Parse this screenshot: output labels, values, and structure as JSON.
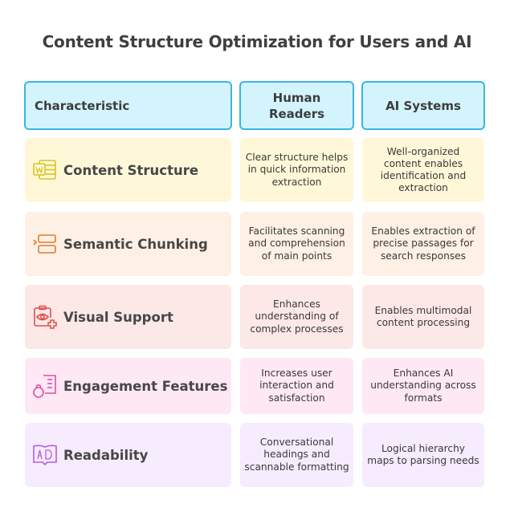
{
  "title": "Content Structure Optimization for Users and AI",
  "header": {
    "characteristic": "Characteristic",
    "human": "Human Readers",
    "ai": "AI Systems"
  },
  "colors": {
    "header_fill": "#d3f3fd",
    "header_border": "#3bb6e0",
    "row_fills": [
      "#fef8d9",
      "#fef0e4",
      "#fde8e8",
      "#fde8f4",
      "#f6ecfd"
    ],
    "icon_colors": [
      "#d9c21f",
      "#e07b2e",
      "#e0504a",
      "#df4fa8",
      "#b25ce0"
    ]
  },
  "rows": [
    {
      "icon": "word-document-icon",
      "characteristic": "Content Structure",
      "human": "Clear structure helps in quick information extraction",
      "ai": "Well-organized content enables identification and extraction"
    },
    {
      "icon": "chunk-blocks-icon",
      "characteristic": "Semantic Chunking",
      "human": "Facilitates scanning and comprehension of main points",
      "ai": "Enables extraction of precise passages for search responses"
    },
    {
      "icon": "clipboard-eye-plus-icon",
      "characteristic": "Visual Support",
      "human": "Enhances understanding of complex processes",
      "ai": "Enables multimodal content processing"
    },
    {
      "icon": "ring-document-icon",
      "characteristic": "Engagement Features",
      "human": "Increases user interaction and satisfaction",
      "ai": "Enhances AI understanding across formats"
    },
    {
      "icon": "open-book-ad-icon",
      "characteristic": "Readability",
      "human": "Conversational headings and scannable formatting",
      "ai": "Logical hierarchy maps to parsing needs"
    }
  ]
}
